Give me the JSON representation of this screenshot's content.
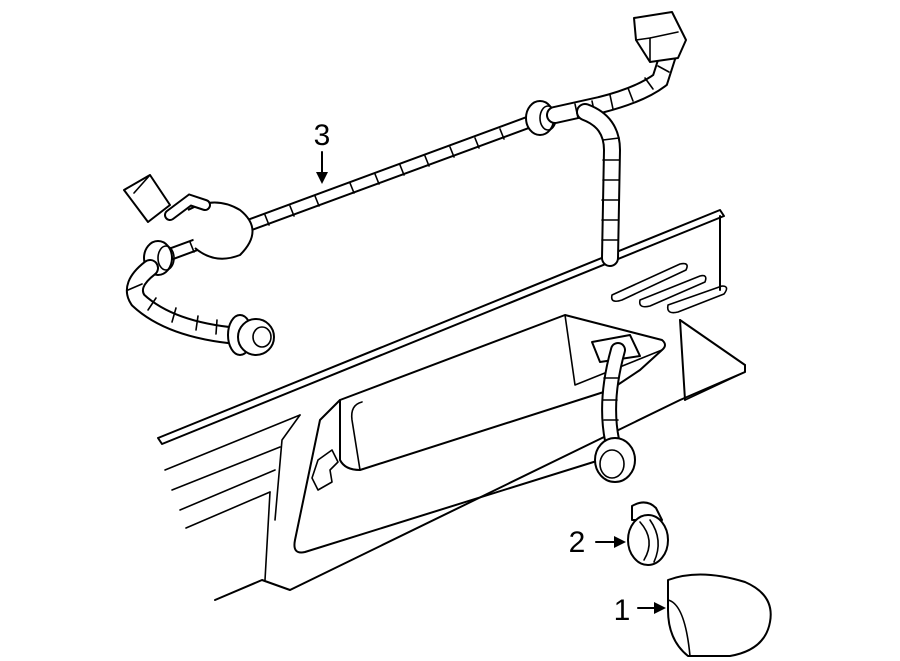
{
  "callouts": [
    {
      "number": "1",
      "part": "lens"
    },
    {
      "number": "2",
      "part": "bulb"
    },
    {
      "number": "3",
      "part": "wiring-harness"
    }
  ]
}
